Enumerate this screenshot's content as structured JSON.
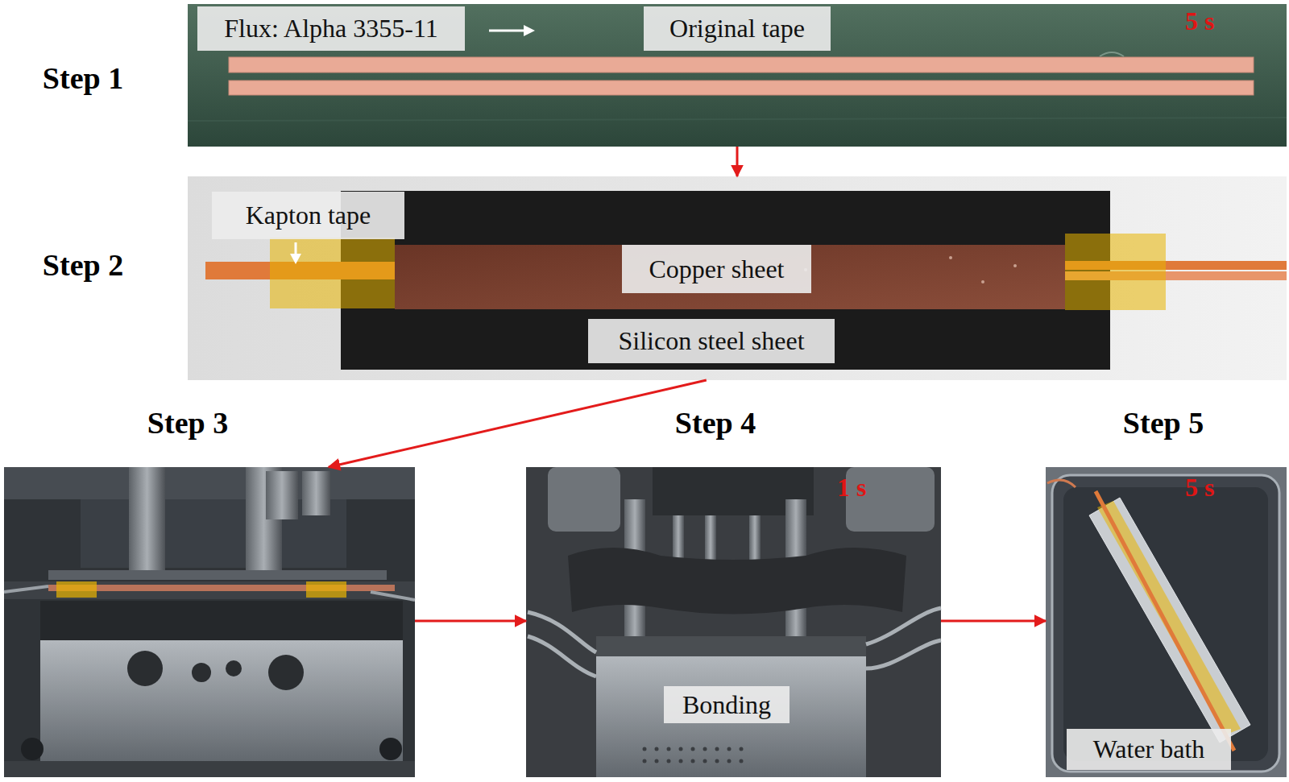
{
  "diagram": {
    "nodes": [
      {
        "text": [
          "Step 1"
        ]
      },
      {
        "text": [
          "Flux: Alpha 3355-11"
        ],
        "in": 0
      },
      {
        "text": [
          "Original tape"
        ],
        "in": 0
      },
      {
        "text": [
          "5 s"
        ],
        "in": 0
      },
      {
        "text": [
          "Step 2"
        ]
      },
      {
        "text": [
          "Kapton tape"
        ],
        "in": 4
      },
      {
        "text": [
          "Copper sheet"
        ],
        "in": 4
      },
      {
        "text": [
          "Silicon steel sheet"
        ],
        "in": 4
      },
      {
        "text": [
          "Step 3"
        ]
      },
      {
        "text": [
          "Step 4"
        ]
      },
      {
        "text": [
          "1 s"
        ],
        "in": 9
      },
      {
        "text": [
          "Bonding"
        ],
        "in": 9
      },
      {
        "text": [
          "Step 5"
        ]
      },
      {
        "text": [
          "5 s"
        ],
        "in": 12
      },
      {
        "text": [
          "Water bath"
        ],
        "in": 12
      }
    ],
    "edges": [
      {
        "from": 0,
        "to": 4,
        "arrow": "to"
      },
      {
        "from": 4,
        "to": 8,
        "arrow": "to"
      },
      {
        "from": 8,
        "to": 9,
        "arrow": "to"
      },
      {
        "from": 9,
        "to": 12,
        "arrow": "to"
      }
    ]
  }
}
